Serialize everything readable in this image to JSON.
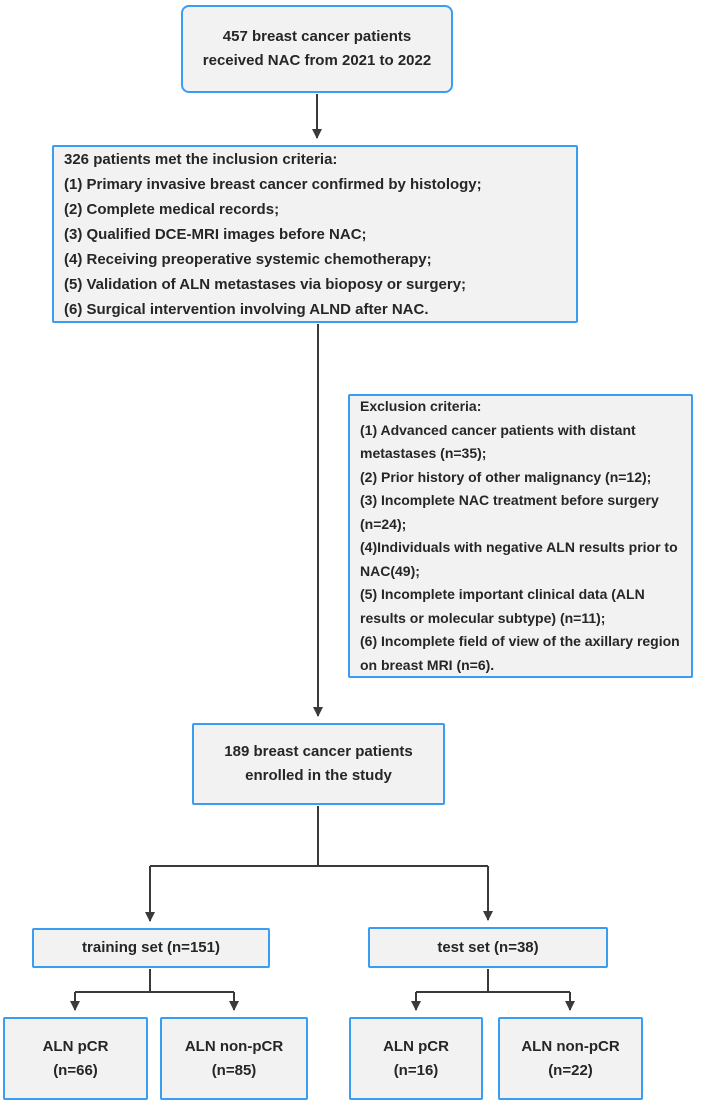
{
  "figure": {
    "type": "patient-flow-diagram",
    "nodes": {
      "total": {
        "lines": [
          "457 breast cancer patients",
          "received NAC from 2021 to 2022"
        ]
      },
      "inclusion": {
        "lines": [
          "326 patients met the inclusion criteria:",
          "(1) Primary invasive breast cancer confirmed by histology;",
          "(2) Complete medical records;",
          "(3) Qualified DCE-MRI images before NAC;",
          "(4) Receiving preoperative systemic chemotherapy;",
          "(5) Validation of ALN metastases via bioposy or surgery;",
          "(6) Surgical intervention involving ALND after NAC."
        ]
      },
      "exclusion": {
        "lines": [
          "Exclusion criteria:",
          "(1) Advanced cancer patients with distant metastases (n=35);",
          "(2) Prior history of other malignancy (n=12);",
          "(3) Incomplete NAC treatment before surgery (n=24);",
          "(4)Individuals with negative ALN results prior to NAC(49);",
          "(5) Incomplete important clinical data (ALN results or molecular subtype) (n=11);",
          "(6) Incomplete field of view of the axillary region on breast MRI (n=6)."
        ]
      },
      "enrolled": {
        "lines": [
          "189 breast cancer patients",
          "enrolled in the study"
        ]
      },
      "training_set": {
        "label": "training set (n=151)"
      },
      "test_set": {
        "label": "test set (n=38)"
      },
      "training_pcr": {
        "lines": [
          "ALN pCR",
          "(n=66)"
        ]
      },
      "training_nonpcr": {
        "lines": [
          "ALN non-pCR",
          "(n=85)"
        ]
      },
      "test_pcr": {
        "lines": [
          "ALN pCR",
          "(n=16)"
        ]
      },
      "test_nonpcr": {
        "lines": [
          "ALN non-pCR",
          "(n=22)"
        ]
      }
    }
  },
  "colors": {
    "box_border": "#3b9df2",
    "box_fill": "#f2f2f3",
    "arrow_color": "#3a3a3a",
    "text_color": "#262626",
    "canvas_bg": "#ffffff"
  }
}
